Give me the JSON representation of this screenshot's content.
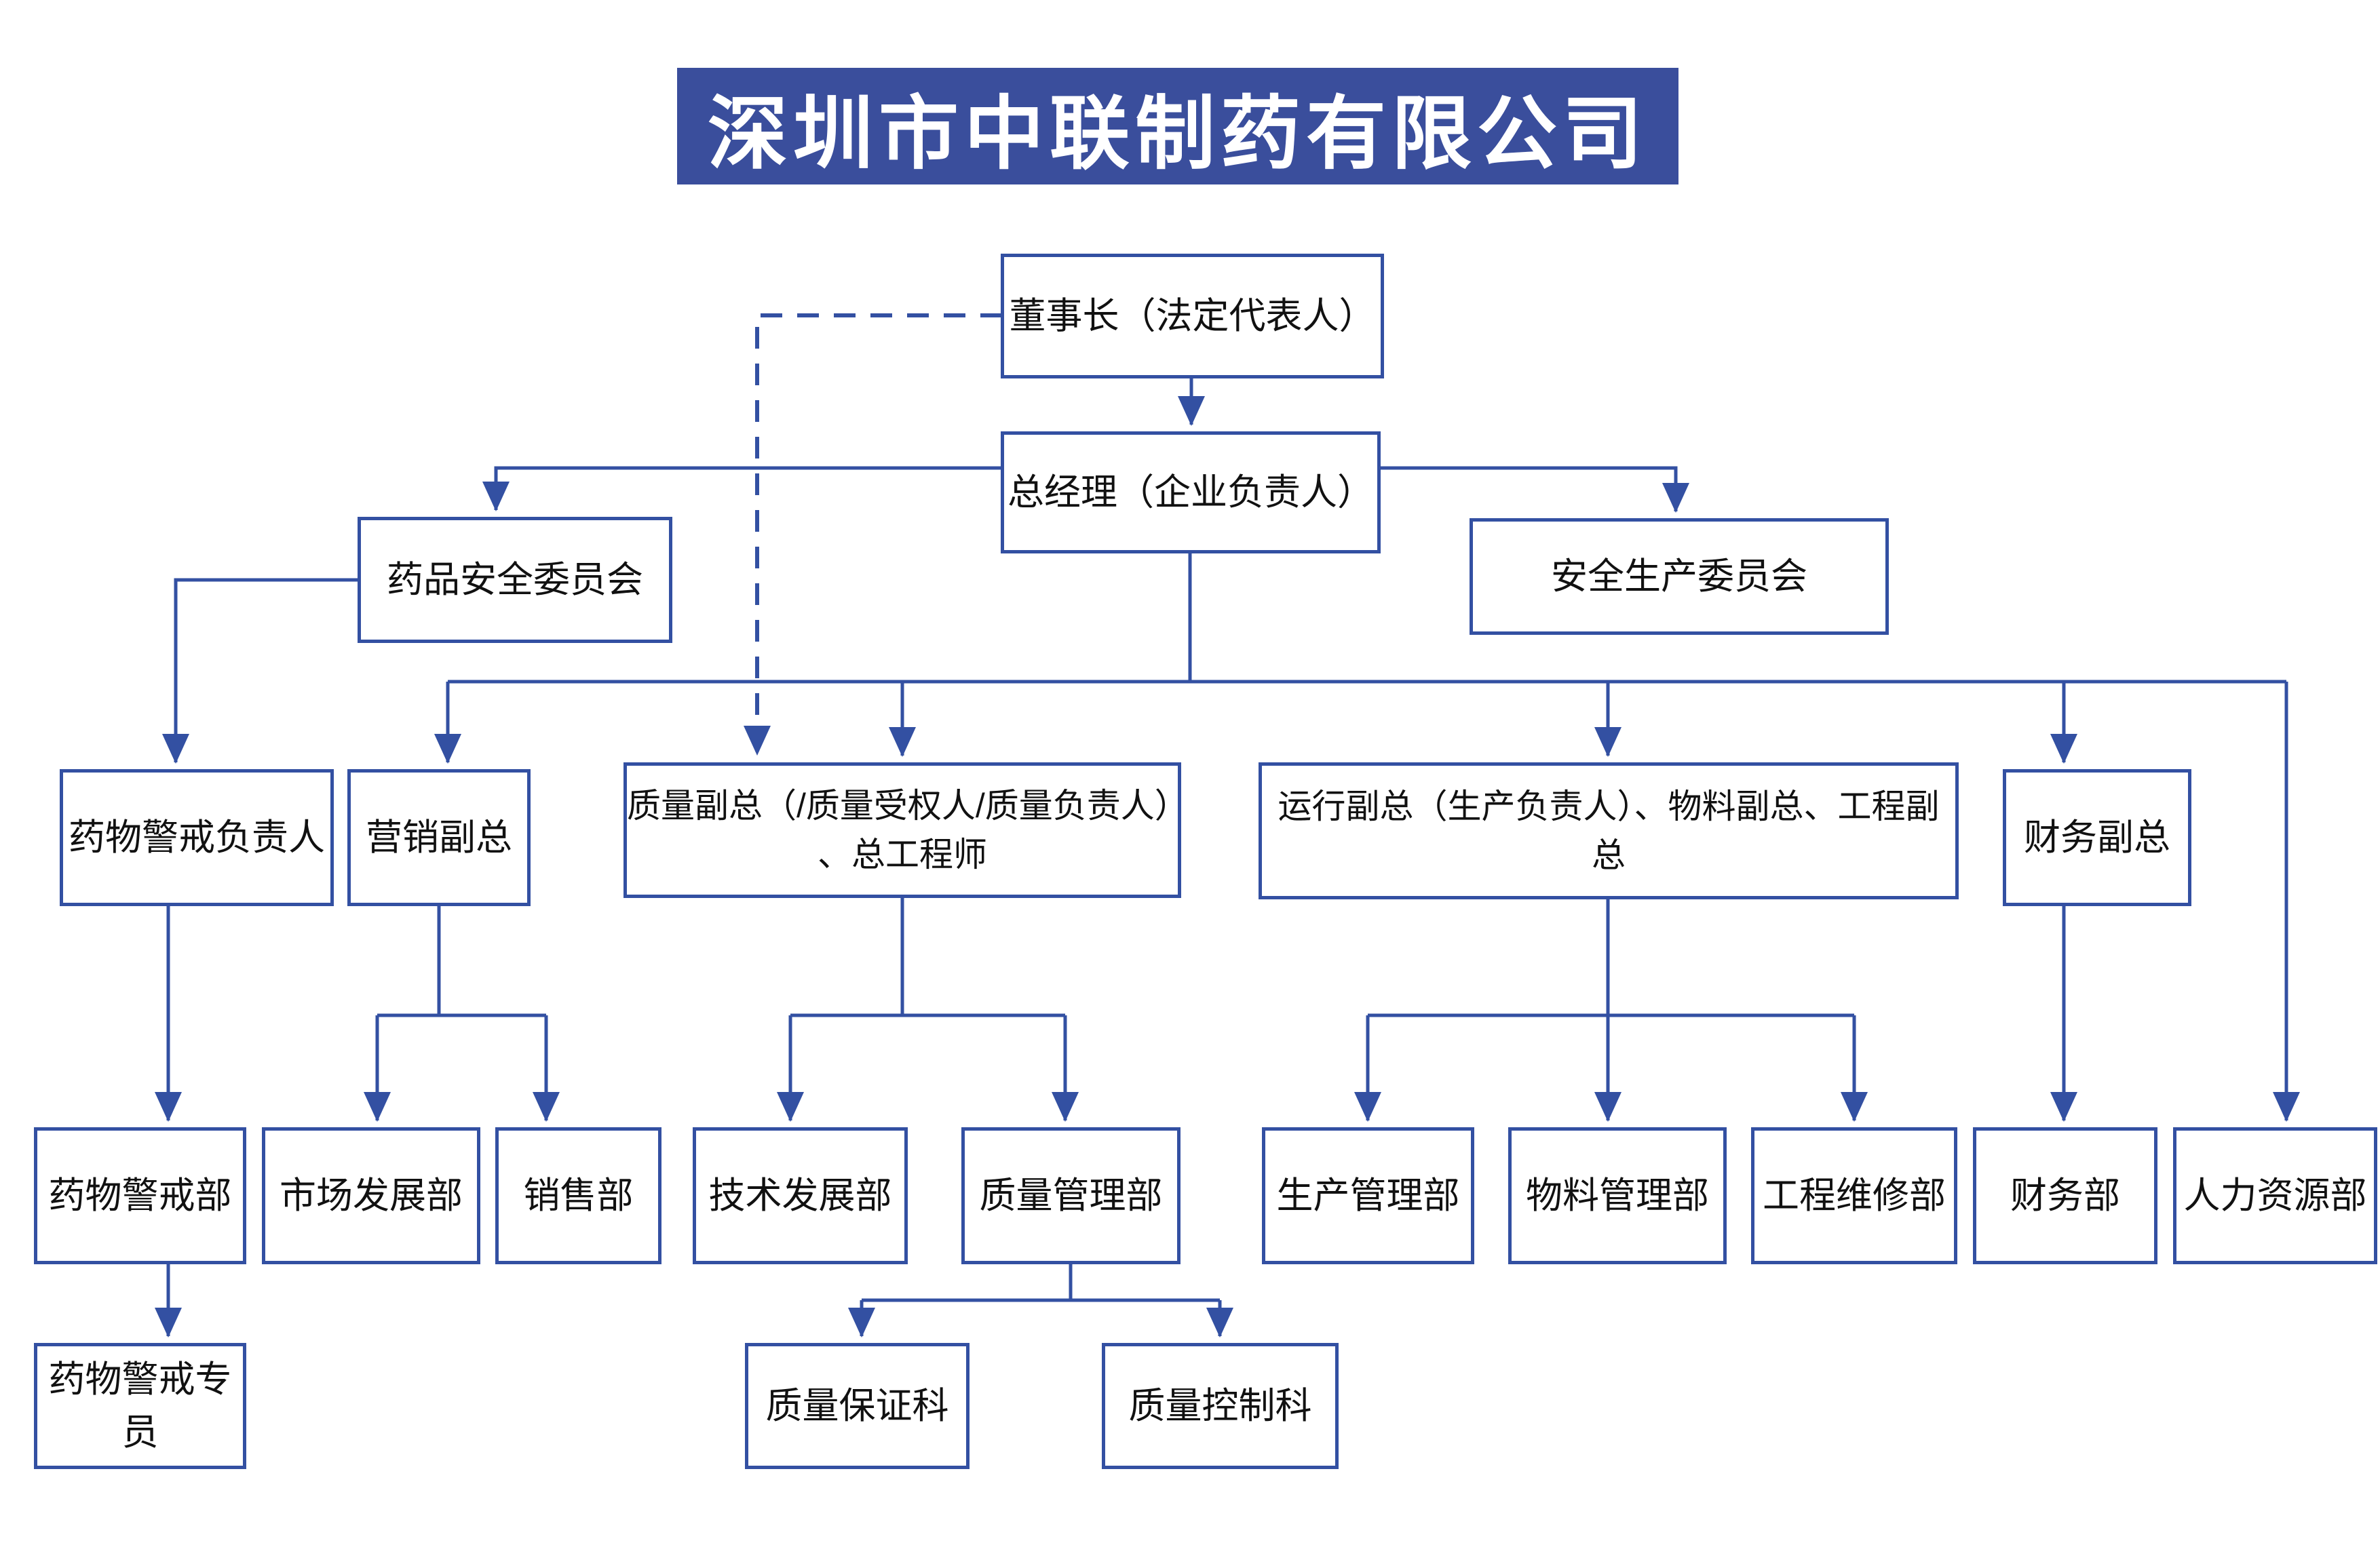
{
  "title": "深圳市中联制药有限公司",
  "colors": {
    "line": "#3350a2",
    "banner": "#3a4e9c",
    "text": "#111111"
  },
  "nodes": {
    "chairman": {
      "label": "董事长（法定代表人）"
    },
    "gm": {
      "label": "总经理（企业负责人）"
    },
    "drugSafety": {
      "label": "药品安全委员会"
    },
    "prodSafety": {
      "label": "安全生产委员会"
    },
    "pvLead": {
      "label": "药物警戒负责人"
    },
    "marketingVP": {
      "label": "营销副总"
    },
    "qualityVP": {
      "lines": [
        "质量副总（/质量受权人/质量负责人）",
        "、总工程师"
      ]
    },
    "operationsVP": {
      "label": "运行副总（生产负责人）、物料副总、工程副总"
    },
    "financeVP": {
      "label": "财务副总"
    },
    "pvDept": {
      "label": "药物警戒部"
    },
    "marketDev": {
      "label": "市场发展部"
    },
    "sales": {
      "label": "销售部"
    },
    "techDev": {
      "label": "技术发展部"
    },
    "qmDept": {
      "label": "质量管理部"
    },
    "prodMgmt": {
      "label": "生产管理部"
    },
    "matMgmt": {
      "label": "物料管理部"
    },
    "engMaint": {
      "label": "工程维修部"
    },
    "finDept": {
      "label": "财务部"
    },
    "hr": {
      "label": "人力资源部"
    },
    "pvSpec": {
      "label": "药物警戒专员"
    },
    "qa": {
      "label": "质量保证科"
    },
    "qc": {
      "label": "质量控制科"
    }
  },
  "edges": [
    {
      "from": "chairman",
      "to": "gm",
      "style": "solid"
    },
    {
      "from": "chairman",
      "to": "qualityVP",
      "style": "dashed"
    },
    {
      "from": "gm",
      "to": "drugSafety",
      "style": "solid"
    },
    {
      "from": "gm",
      "to": "prodSafety",
      "style": "solid"
    },
    {
      "from": "gm",
      "to": "marketingVP",
      "style": "solid"
    },
    {
      "from": "gm",
      "to": "qualityVP",
      "style": "solid"
    },
    {
      "from": "gm",
      "to": "operationsVP",
      "style": "solid"
    },
    {
      "from": "gm",
      "to": "financeVP",
      "style": "solid"
    },
    {
      "from": "gm",
      "to": "hr",
      "style": "solid"
    },
    {
      "from": "drugSafety",
      "to": "pvLead",
      "style": "solid"
    },
    {
      "from": "pvLead",
      "to": "pvDept",
      "style": "solid"
    },
    {
      "from": "pvDept",
      "to": "pvSpec",
      "style": "solid"
    },
    {
      "from": "marketingVP",
      "to": "marketDev",
      "style": "solid"
    },
    {
      "from": "marketingVP",
      "to": "sales",
      "style": "solid"
    },
    {
      "from": "qualityVP",
      "to": "techDev",
      "style": "solid"
    },
    {
      "from": "qualityVP",
      "to": "qmDept",
      "style": "solid"
    },
    {
      "from": "operationsVP",
      "to": "prodMgmt",
      "style": "solid"
    },
    {
      "from": "operationsVP",
      "to": "matMgmt",
      "style": "solid"
    },
    {
      "from": "operationsVP",
      "to": "engMaint",
      "style": "solid"
    },
    {
      "from": "financeVP",
      "to": "finDept",
      "style": "solid"
    },
    {
      "from": "qmDept",
      "to": "qa",
      "style": "solid"
    },
    {
      "from": "qmDept",
      "to": "qc",
      "style": "solid"
    }
  ]
}
